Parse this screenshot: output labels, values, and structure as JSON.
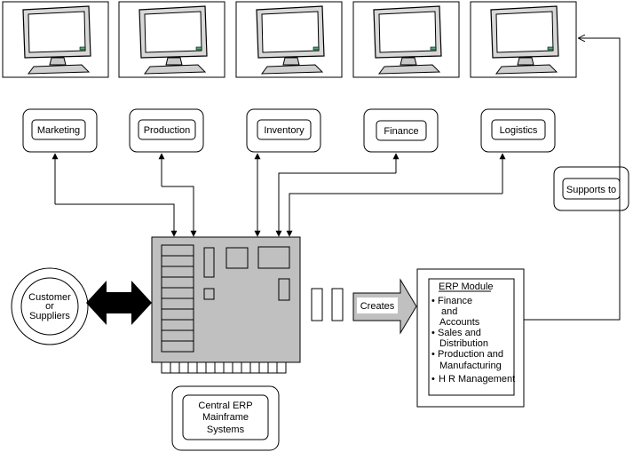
{
  "departments": [
    {
      "label": "Marketing"
    },
    {
      "label": "Production"
    },
    {
      "label": "Inventory"
    },
    {
      "label": "Finance"
    },
    {
      "label": "Logistics"
    }
  ],
  "supports_label": "Supports to",
  "customer": {
    "line1": "Customer",
    "line2": "or",
    "line3": "Suppliers"
  },
  "mainframe": {
    "line1": "Central ERP",
    "line2": "Mainframe",
    "line3": "Systems"
  },
  "creates_label": "Creates",
  "erp_module": {
    "title": "ERP Module",
    "items": [
      {
        "line1": "Finance",
        "line2": "and",
        "line3": "Accounts"
      },
      {
        "line1": "Sales and",
        "line2": "Distribution"
      },
      {
        "line1": "Production and",
        "line2": "Manufacturing"
      },
      {
        "line1": "H R Management"
      }
    ]
  },
  "icons": {
    "monitor": "computer-monitor-icon",
    "arrow": "double-headed-arrow-icon"
  },
  "colors": {
    "board_fill": "#c0c0c0",
    "arrow_fill": "#c0c0c0",
    "line": "#000000",
    "screen": "#ffffff",
    "monitor_body": "#d8d8d8"
  }
}
